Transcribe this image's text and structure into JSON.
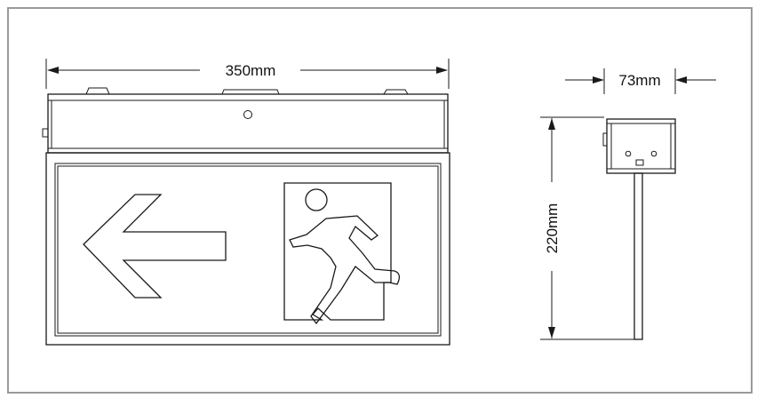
{
  "dimensions": {
    "front_width": "350mm",
    "side_depth": "73mm",
    "side_height": "220mm"
  },
  "colors": {
    "frame_border": "#9a9a9a",
    "line": "#1a1a1a",
    "background": "#ffffff"
  },
  "icons": {
    "direction": "left-arrow-icon",
    "symbol": "running-man-exit-icon"
  }
}
